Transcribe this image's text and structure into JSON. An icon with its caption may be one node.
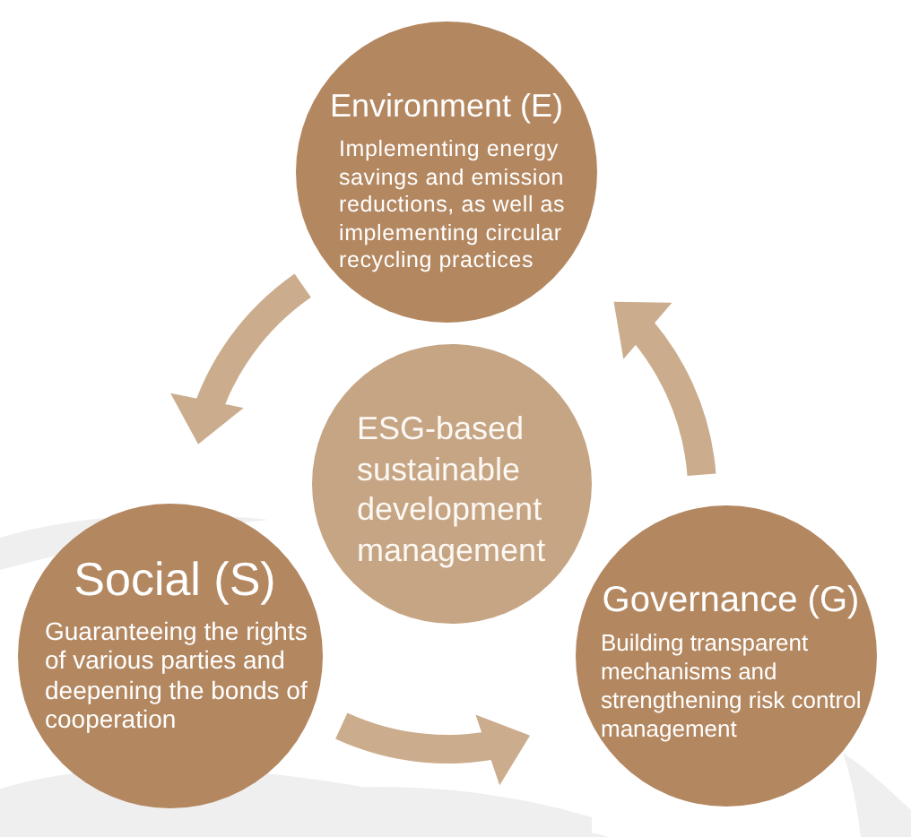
{
  "diagram": {
    "nodes": [
      {
        "text": [
          "Environment (E)",
          "Implementing energy savings and emission reductions, as well as implementing circular recycling practices"
        ]
      },
      {
        "text": [
          "ESG-based sustainable development management"
        ]
      },
      {
        "text": [
          "Social (S)",
          "Guaranteeing the rights of various parties and deepening the bonds of cooperation"
        ]
      },
      {
        "text": [
          "Governance (G)",
          "Building transparent mechanisms and strengthening risk control management"
        ]
      }
    ],
    "edges": [
      {
        "from": 0,
        "to": 2,
        "arrow": "to"
      },
      {
        "from": 2,
        "to": 3,
        "arrow": "to"
      },
      {
        "from": 3,
        "to": 0,
        "arrow": "to"
      }
    ]
  }
}
